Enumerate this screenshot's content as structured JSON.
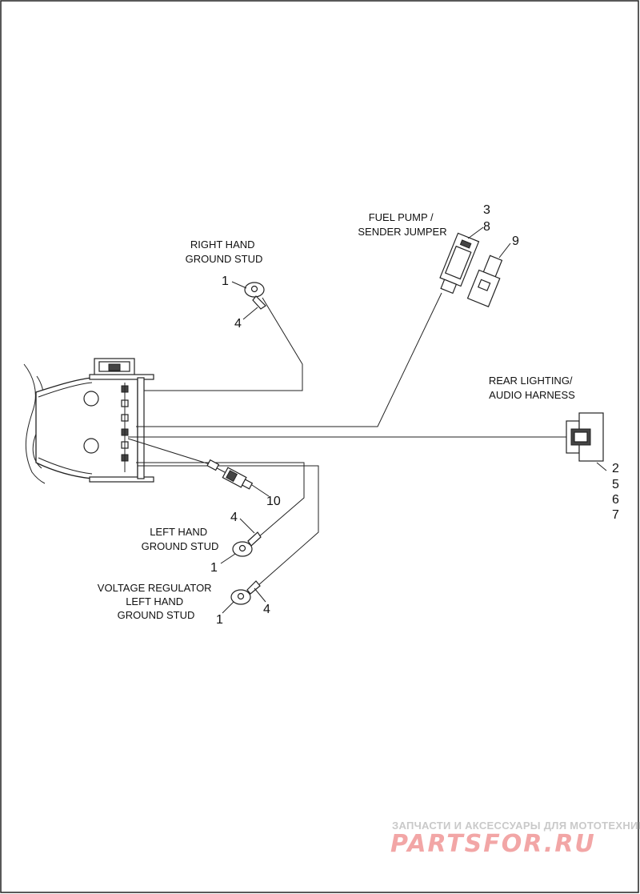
{
  "callouts": {
    "right_hand_ground_stud": [
      "RIGHT HAND",
      "GROUND STUD"
    ],
    "fuel_pump_jumper": [
      "FUEL PUMP /",
      "SENDER JUMPER"
    ],
    "rear_lighting": [
      "REAR LIGHTING/",
      "AUDIO HARNESS"
    ],
    "left_hand_ground_stud": [
      "LEFT HAND",
      "GROUND STUD"
    ],
    "voltage_regulator": [
      "VOLTAGE REGULATOR",
      "LEFT HAND",
      "GROUND STUD"
    ]
  },
  "item_numbers": {
    "rh_ring": "1",
    "rh_terminal": "4",
    "fuel_top": "3",
    "fuel_bottom": "8",
    "fuel_clip": "9",
    "rear_list": [
      "2",
      "5",
      "6",
      "7"
    ],
    "inline_fuse": "10",
    "lh_terminal": "4",
    "lh_ring": "1",
    "vr_ring": "1",
    "vr_terminal": "4"
  },
  "watermark": {
    "tagline": "ЗАПЧАСТИ И АКСЕССУАРЫ ДЛЯ МОТОТЕХНИКИ",
    "brand": "PARTSFOR.RU"
  }
}
